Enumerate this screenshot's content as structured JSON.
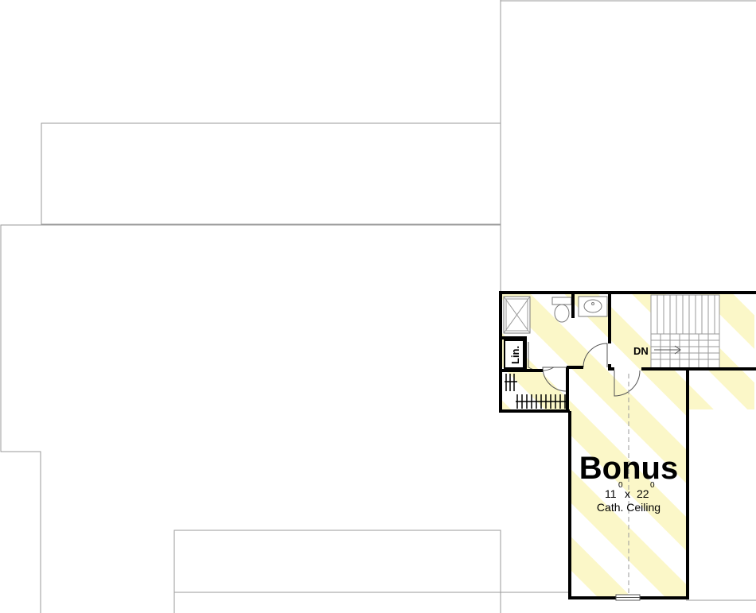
{
  "plan": {
    "room_name": "Bonus",
    "dimension_width": "11",
    "dimension_width_inches": "0",
    "dimension_sep": "x",
    "dimension_length": "22",
    "dimension_length_inches": "0",
    "ceiling_note": "Cath. Ceiling",
    "stair_label": "DN",
    "linen_label": "Lin."
  },
  "colors": {
    "wall": "#000000",
    "outline": "#9a9a9a",
    "highlight_stripe": "#fbf7c8",
    "fixture": "#7a7a7a"
  }
}
